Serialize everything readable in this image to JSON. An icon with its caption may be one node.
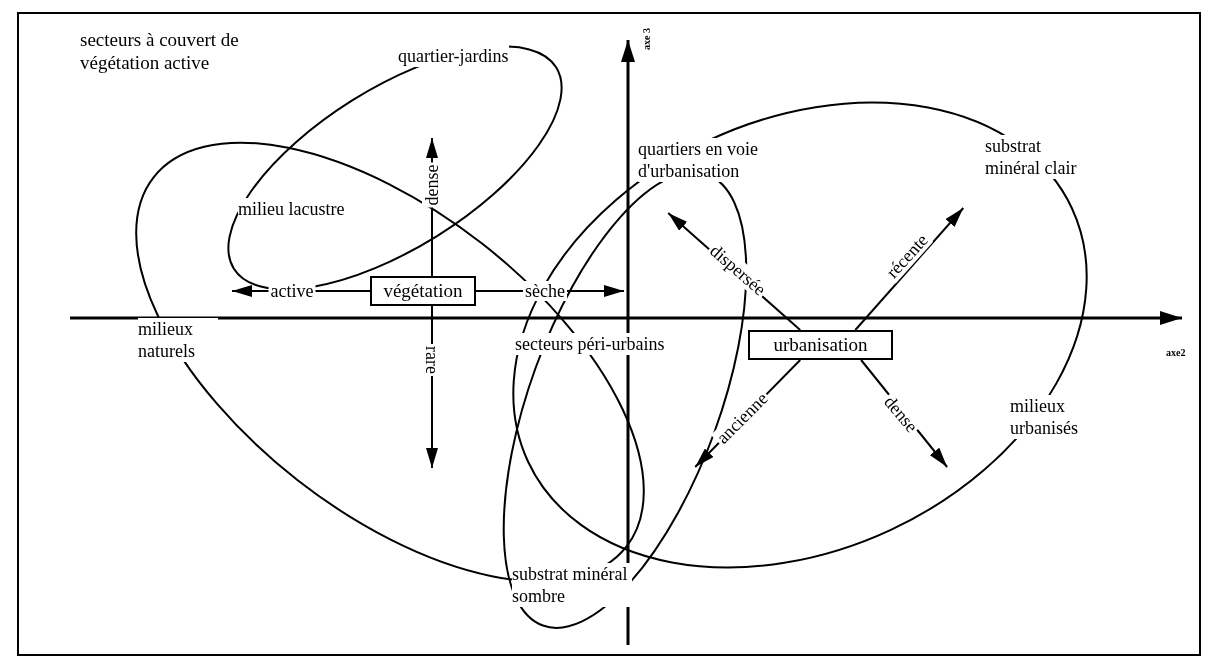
{
  "diagram": {
    "nodes": [
      {
        "text": [
          "végétation"
        ]
      },
      {
        "text": [
          "urbanisation"
        ]
      }
    ],
    "edges": [
      {
        "from": 0,
        "to": null,
        "arrow": "to",
        "label": "active"
      },
      {
        "from": 0,
        "to": null,
        "arrow": "to",
        "label": "sèche"
      },
      {
        "from": 0,
        "to": null,
        "arrow": "to",
        "label": "dense"
      },
      {
        "from": 0,
        "to": null,
        "arrow": "to",
        "label": "rare"
      },
      {
        "from": 1,
        "to": null,
        "arrow": "to",
        "label": "dispersée"
      },
      {
        "from": 1,
        "to": null,
        "arrow": "to",
        "label": "récente"
      },
      {
        "from": 1,
        "to": null,
        "arrow": "to",
        "label": "ancienne"
      },
      {
        "from": 1,
        "to": null,
        "arrow": "to",
        "label": "dense"
      }
    ],
    "labels": [
      "secteurs à couvert de végétation active",
      "quartier-jardins",
      "axe 3",
      "milieu lacustre",
      "quartiers en voie d'urbanisation",
      "substrat minéral clair",
      "secteurs péri-urbains",
      "axe2",
      "milieux naturels",
      "milieux urbanisés",
      "substrat minéral sombre"
    ]
  }
}
